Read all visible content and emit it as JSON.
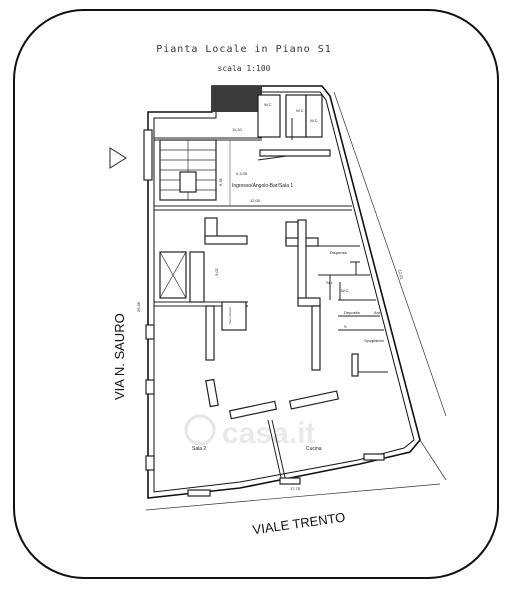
{
  "header": {
    "title": "Pianta Locale in Piano S1",
    "scale": "scala 1:100"
  },
  "rooms": {
    "wc_1": "W.C.",
    "wc_2": "W.C.",
    "wc_3": "W.C.",
    "main_hall": "Ingresso/Angolo-Bar/Sala 1",
    "dispensa": "Dispensa",
    "deposito": "Deposito",
    "spogliatoio": "Spogliatoio",
    "sala_2": "Sala 2",
    "cucina": "Cucina",
    "servizi_small": "Ser.",
    "ant": "Ant.",
    "riscaldamento": "Vano tecnico",
    "label_s": "S",
    "label_h": "h.3.00"
  },
  "dimensions": {
    "d_top": "11,20",
    "d_left_vert": "6,35",
    "d_mid": "12,00",
    "d_mid_vert": "3,02",
    "d_right": "12,01",
    "d_left_outer": "26,46",
    "d_bottom": "17,75"
  },
  "streets": {
    "left": "VIA N. SAURO",
    "bottom": "VIALE TRENTO"
  },
  "watermark": "casa.it",
  "colors": {
    "line": "#222222",
    "hatch": "#3a3a3a",
    "watermark": "#e6e6e6"
  }
}
